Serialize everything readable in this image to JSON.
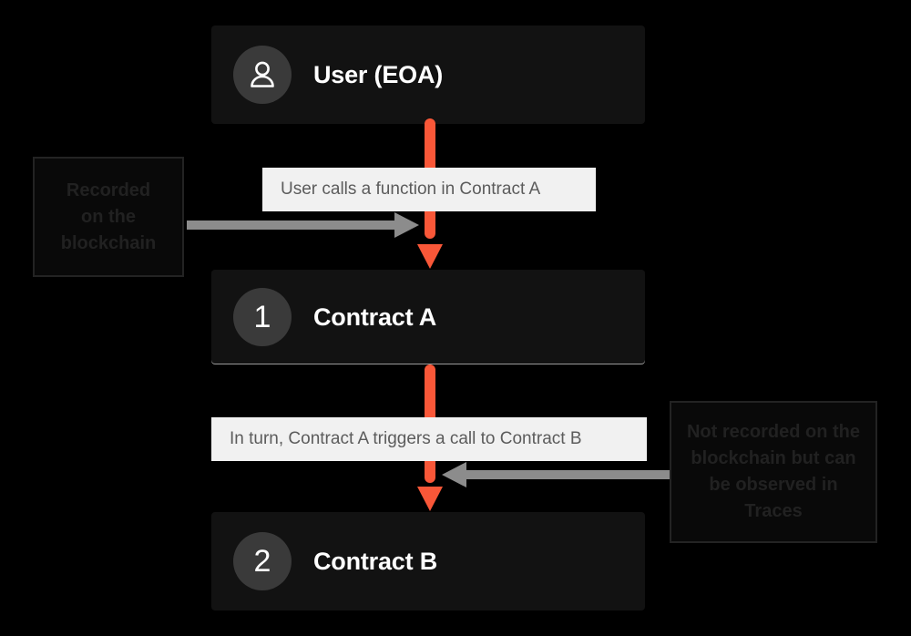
{
  "diagram": {
    "title": "Contract call flow",
    "background_color": "#000000",
    "accent_color": "#f95738",
    "muted_arrow_color": "#8c8c8c",
    "card_color": "#121212",
    "chip_color": "#f1f1f1"
  },
  "nodes": [
    {
      "id": "user",
      "badge_type": "person-icon",
      "badge_number": "",
      "label": "User (EOA)"
    },
    {
      "id": "contract-a",
      "badge_type": "number",
      "badge_number": "1",
      "label": "Contract A"
    },
    {
      "id": "contract-b",
      "badge_type": "number",
      "badge_number": "2",
      "label": "Contract B"
    }
  ],
  "captions": [
    {
      "id": "caption-1",
      "text": "User calls a function in Contract A"
    },
    {
      "id": "caption-2",
      "text": "In turn, Contract A triggers a call to Contract B"
    }
  ],
  "annotations": [
    {
      "id": "annotation-left",
      "lines": [
        "Recorded",
        "on the",
        "blockchain"
      ],
      "points_to": "contract-a",
      "arrow_direction": "right"
    },
    {
      "id": "annotation-right",
      "lines": [
        "Not recorded on the",
        "blockchain but can",
        "be observed in",
        "Traces"
      ],
      "points_to": "contract-b",
      "arrow_direction": "left"
    }
  ],
  "flow_arrows": [
    {
      "id": "arrow-user-to-contract-a",
      "from": "user",
      "to": "contract-a",
      "color": "#f95738"
    },
    {
      "id": "arrow-contract-a-to-contract-b",
      "from": "contract-a",
      "to": "contract-b",
      "color": "#f95738"
    }
  ]
}
